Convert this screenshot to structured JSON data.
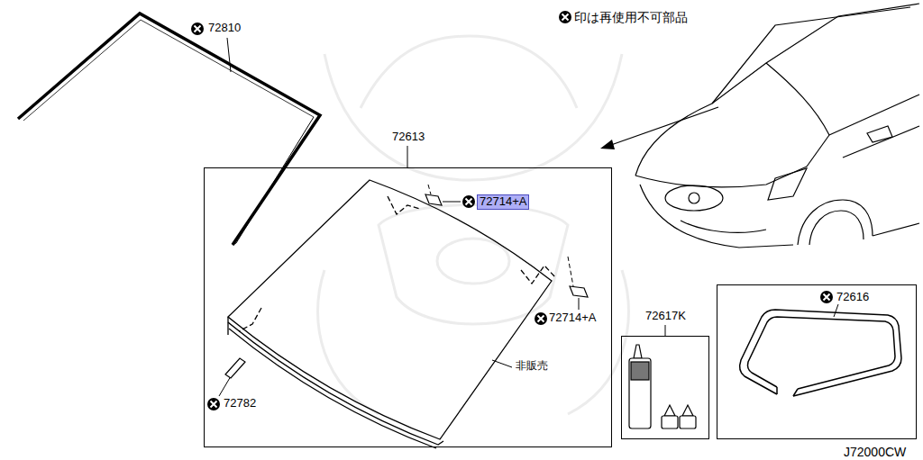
{
  "diagram": {
    "nodes": [
      {
        "text": [
          "72613"
        ]
      },
      {
        "text": [
          "72617K"
        ]
      },
      {
        "text": [
          "72616"
        ]
      }
    ],
    "labels": [
      "72810",
      "印は再使用不可部品",
      "72714+A",
      "72714+A",
      "72782",
      "非販売",
      "J72000CW"
    ]
  }
}
